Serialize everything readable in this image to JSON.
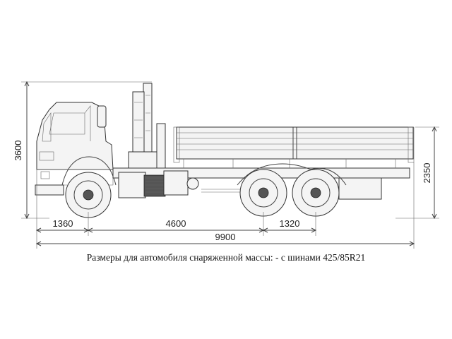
{
  "diagram": {
    "dimensions": {
      "overall_height": "3600",
      "platform_height": "2350",
      "front_overhang": "1360",
      "wheelbase": "4600",
      "rear_axle_spacing": "1320",
      "overall_length": "9900"
    },
    "caption": "Размеры для автомобиля снаряженной массы: - с шинами 425/85R21"
  }
}
